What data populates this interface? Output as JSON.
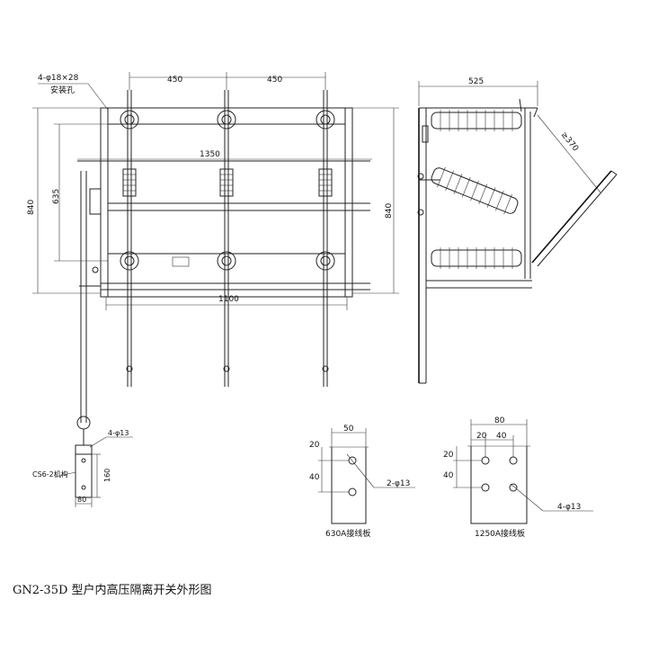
{
  "labels": {
    "mount_hole_spec": "4-φ18×28",
    "mount_hole_name": "安装孔",
    "dim_450_left": "450",
    "dim_450_right": "450",
    "dim_1350": "1350",
    "dim_1100": "1100",
    "dim_840_left": "840",
    "dim_840_mid": "840",
    "dim_635": "635",
    "dim_525": "525",
    "dim_370": "≥370",
    "op_hole_spec": "4-φ13",
    "op_mech": "CS6-2机构",
    "dim_160": "160",
    "dim_80_mech": "80",
    "plate_a_w": "50",
    "plate_a_20": "20",
    "plate_a_40": "40",
    "plate_a_hole": "2-φ13",
    "plate_a_name": "630A接线板",
    "plate_b_w": "80",
    "plate_b_20a": "20",
    "plate_b_40a": "40",
    "plate_b_20": "20",
    "plate_b_40": "40",
    "plate_b_hole": "4-φ13",
    "plate_b_name": "1250A接线板"
  },
  "caption": "GN2-35D 型户内高压隔离开关外形图"
}
